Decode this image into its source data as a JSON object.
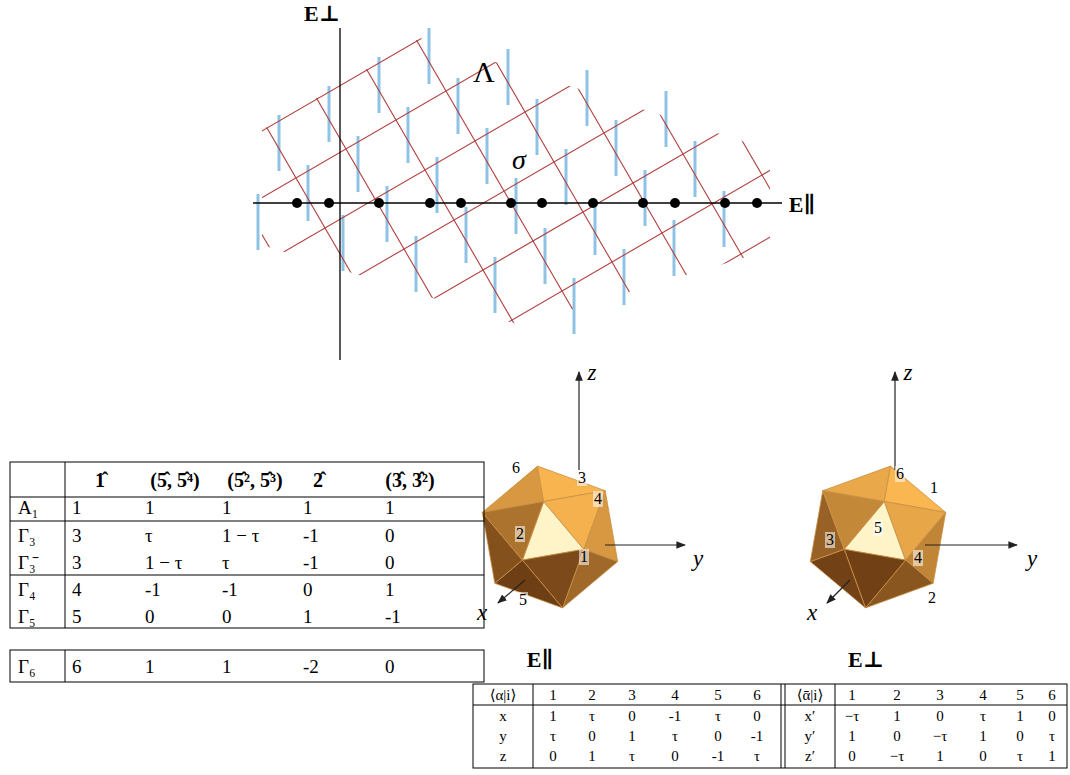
{
  "diagram": {
    "labels": [
      "E⊥",
      "Λ",
      "σ",
      "E∥",
      "1̂",
      "(5̂, 5̂⁴)",
      "(5̂², 5̂³)",
      "2̂",
      "(3̂, 3̂²)",
      "A₁",
      "1",
      "1",
      "1",
      "1",
      "1",
      "Γ₃",
      "3",
      "τ",
      "1 − τ",
      "-1",
      "0",
      "Γ₃̄",
      "3",
      "1 − τ",
      "τ",
      "-1",
      "0",
      "Γ₄",
      "4",
      "-1",
      "-1",
      "0",
      "1",
      "Γ₅",
      "5",
      "0",
      "0",
      "1",
      "-1",
      "Γ₆",
      "6",
      "1",
      "1",
      "-2",
      "0",
      "z",
      "y",
      "x",
      "6",
      "3",
      "2",
      "4",
      "1",
      "5",
      "E∥",
      "z",
      "y",
      "x",
      "6",
      "1",
      "3",
      "5",
      "4",
      "2",
      "E⊥",
      "⟨α|i⟩",
      "1",
      "2",
      "3",
      "4",
      "5",
      "6",
      "⟨ᾱ|i⟩",
      "1",
      "2",
      "3",
      "4",
      "5",
      "6",
      "x",
      "1",
      "τ",
      "0",
      "-1",
      "τ",
      "0",
      "x′",
      "−τ",
      "1",
      "0",
      "τ",
      "1",
      "0",
      "y",
      "τ",
      "0",
      "1",
      "τ",
      "0",
      "-1",
      "y′",
      "1",
      "0",
      "−τ",
      "1",
      "0",
      "τ",
      "z",
      "0",
      "1",
      "τ",
      "0",
      "-1",
      "τ",
      "z′",
      "0",
      "−τ",
      "1",
      "0",
      "τ",
      "1"
    ]
  }
}
